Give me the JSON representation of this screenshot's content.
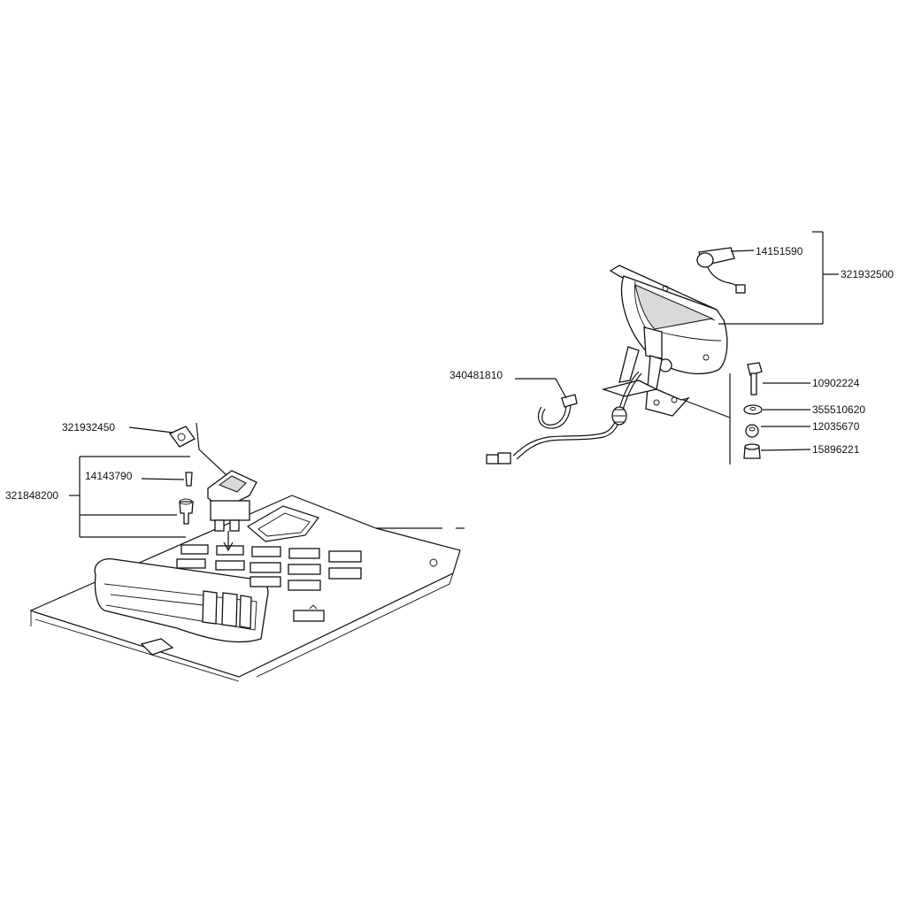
{
  "part_numbers": {
    "p321932450": "321932450",
    "p14143790": "14143790",
    "p321848200": "321848200",
    "p14151590": "14151590",
    "p321932500": "321932500",
    "p340481810": "340481810",
    "p10902224": "10902224",
    "p355510620": "355510620",
    "p12035670": "12035670",
    "p15896221": "15896221"
  },
  "colors": {
    "line": "#111111",
    "background": "#ffffff",
    "shade": "#d9d9d9"
  }
}
